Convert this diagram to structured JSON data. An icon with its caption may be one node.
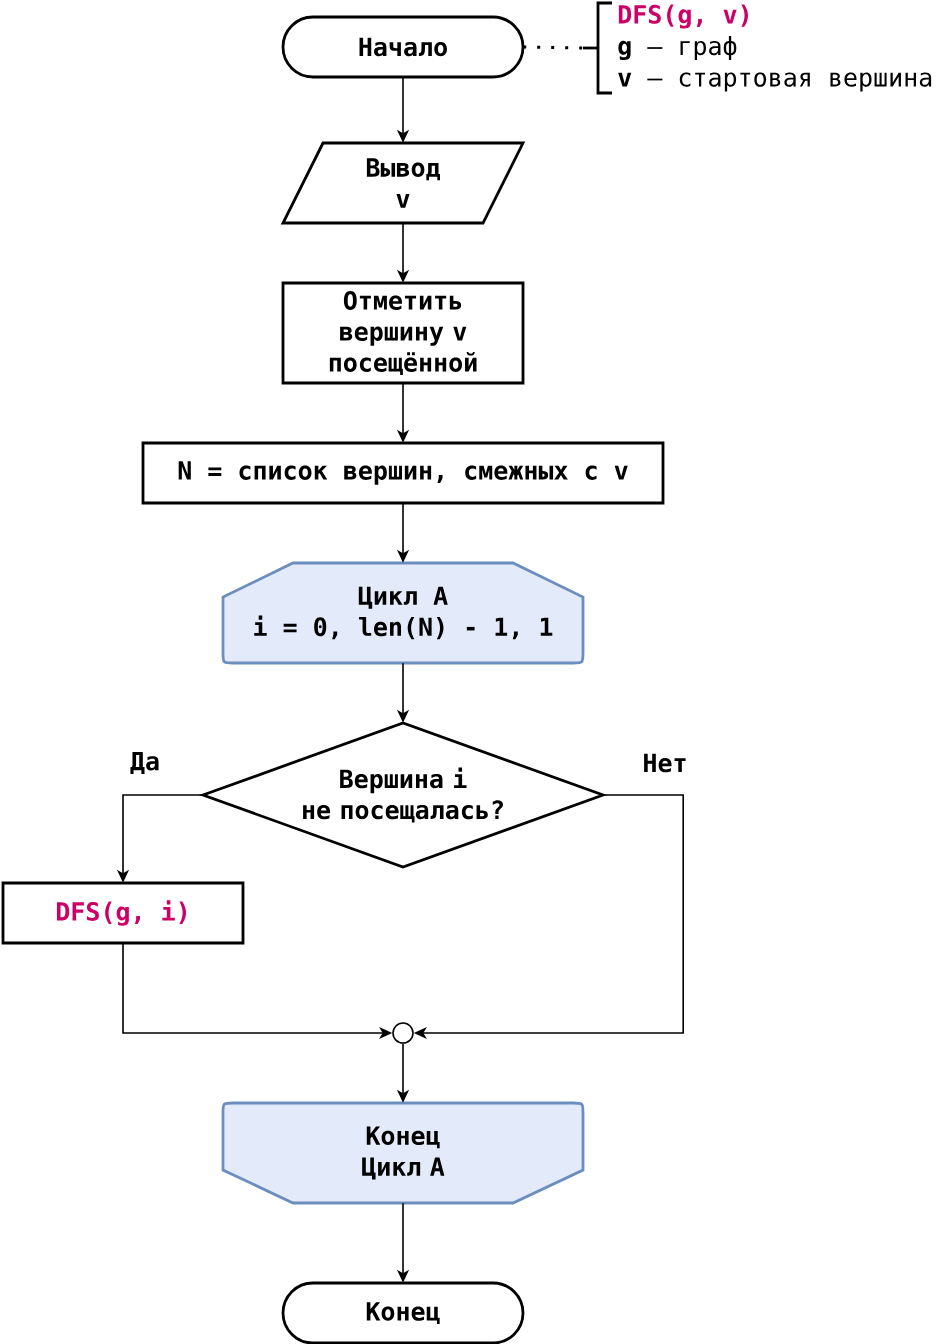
{
  "diagram": {
    "nodes": [
      {
        "text": [
          "Начало"
        ]
      },
      {
        "text": [
          "DFS(g, v)",
          "**g** – граф",
          "**v** – стартовая вершина"
        ]
      },
      {
        "text": [
          "Вывод v"
        ]
      },
      {
        "text": [
          "Отметить вершину v посещённой"
        ]
      },
      {
        "text": [
          "N = список вершин, смежных с v"
        ]
      },
      {
        "text": [
          "Цикл А",
          "i = 0, len(N) - 1, 1"
        ]
      },
      {
        "text": [
          "Вершина i не посещалась?"
        ]
      },
      {
        "text": [
          "DFS(g, i)"
        ]
      },
      {
        "text": [],
        "shape": "circle"
      },
      {
        "text": [
          "Конец Цикл А"
        ]
      },
      {
        "text": [
          "Конец"
        ]
      }
    ],
    "edges": [
      {
        "from": 0,
        "to": 1,
        "arrow": "none",
        "style": "dashed"
      },
      {
        "from": 0,
        "to": 2,
        "arrow": "to"
      },
      {
        "from": 2,
        "to": 3,
        "arrow": "to"
      },
      {
        "from": 3,
        "to": 4,
        "arrow": "to"
      },
      {
        "from": 4,
        "to": 5,
        "arrow": "to"
      },
      {
        "from": 5,
        "to": 6,
        "arrow": "to"
      },
      {
        "from": 6,
        "to": 7,
        "arrow": "to",
        "label": "Да"
      },
      {
        "from": 6,
        "to": 8,
        "arrow": "to",
        "label": "Нет"
      },
      {
        "from": 7,
        "to": 8,
        "arrow": "to"
      },
      {
        "from": 8,
        "to": 9,
        "arrow": "to"
      },
      {
        "from": 9,
        "to": 10,
        "arrow": "to"
      }
    ]
  }
}
